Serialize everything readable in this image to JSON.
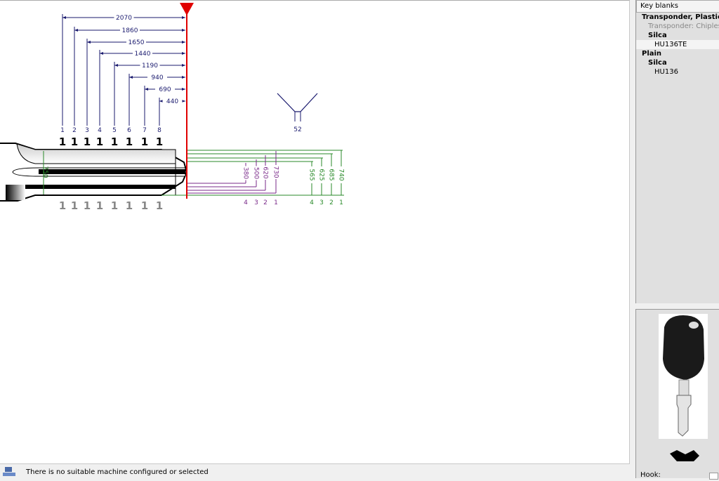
{
  "cut_positions": {
    "distances": [
      "2070",
      "1860",
      "1650",
      "1440",
      "1190",
      "940",
      "690",
      "440"
    ],
    "numbers": [
      "1",
      "2",
      "3",
      "4",
      "5",
      "6",
      "7",
      "8"
    ],
    "depths_top": [
      "1",
      "1",
      "1",
      "1",
      "1",
      "1",
      "1",
      "1"
    ],
    "depths_bottom": [
      "1",
      "1",
      "1",
      "1",
      "1",
      "1",
      "1",
      "1"
    ]
  },
  "blade_width": "750",
  "cut_angle": "52",
  "purple_depths": {
    "values": [
      "380",
      "500",
      "620",
      "730"
    ],
    "numbers": [
      "4",
      "3",
      "2",
      "1"
    ]
  },
  "green_depths": {
    "values": [
      "565",
      "625",
      "685",
      "740"
    ],
    "numbers": [
      "4",
      "3",
      "2",
      "1"
    ]
  },
  "colors": {
    "dim": "#1a1a6e",
    "red": "#e00000",
    "green": "#2a8a2a",
    "purple": "#7a2a8a"
  },
  "tree": {
    "header": "Key blanks",
    "items": [
      {
        "label": "Transponder, Plastic",
        "level": 0,
        "bold": true
      },
      {
        "label": "Transponder: Chipless",
        "level": 1,
        "gray": true
      },
      {
        "label": "Silca",
        "level": 1,
        "bold": true
      },
      {
        "label": "HU136TE",
        "level": 2,
        "selected": true
      },
      {
        "label": "Plain",
        "level": 0,
        "bold": true
      },
      {
        "label": "Silca",
        "level": 1,
        "bold": true
      },
      {
        "label": "HU136",
        "level": 2
      }
    ]
  },
  "preview": {
    "hook_label": "Hook:"
  },
  "status": {
    "message": "There is no suitable machine configured or selected"
  }
}
